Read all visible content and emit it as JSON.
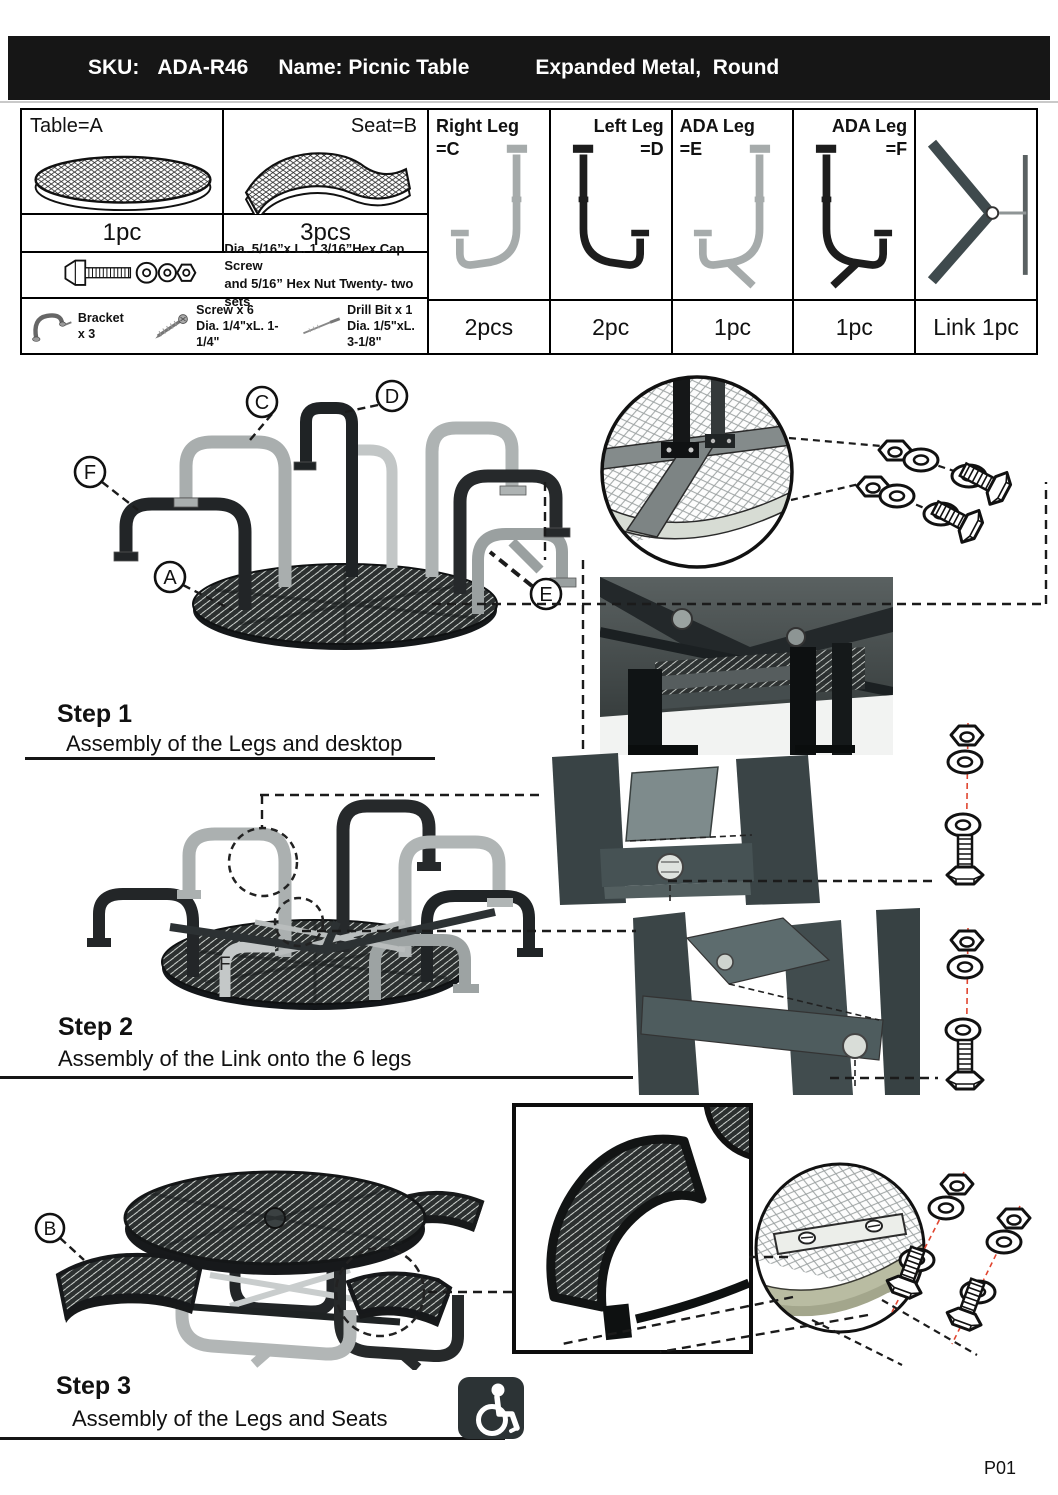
{
  "header": {
    "sku_label": "SKU:",
    "sku_value": "ADA-R46",
    "name_label": "Name: Picnic Table",
    "material": "Expanded Metal,  Round"
  },
  "parts": {
    "table": {
      "label": "Table=A",
      "qty": "1pc"
    },
    "seat": {
      "label": "Seat=B",
      "qty": "3pcs"
    },
    "hex_line1": "Dia. 5/16”x L. 1 3/16”Hex Cap Screw",
    "hex_line2": "and 5/16” Hex Nut   Twenty- two sets",
    "bracket_label": "Bracket x 3",
    "screw_label": "Screw x 6",
    "screw_dim": "Dia. 1/4\"xL. 1- 1/4\"",
    "drill_label": "Drill Bit x 1",
    "drill_dim": "Dia. 1/5\"xL. 3-1/8\"",
    "legs": [
      {
        "name": "Right Leg",
        "code": "=C",
        "qty": "2pcs"
      },
      {
        "name": "Left Leg",
        "code": "=D",
        "qty": "2pc"
      },
      {
        "name": "ADA Leg",
        "code": "=E",
        "qty": "1pc"
      },
      {
        "name": "ADA Leg",
        "code": "=F",
        "qty": "1pc"
      }
    ],
    "link_qty": "Link 1pc"
  },
  "steps": {
    "step1": {
      "title": "Step 1",
      "subtitle": "Assembly of the Legs and desktop",
      "labels": {
        "c": "C",
        "d": "D",
        "f": "F",
        "a": "A",
        "e": "E"
      }
    },
    "step2": {
      "title": "Step 2",
      "subtitle": "Assembly of  the Link onto the 6 legs",
      "label_f": "F"
    },
    "step3": {
      "title": "Step 3",
      "subtitle": "Assembly of the Legs and Seats",
      "label_b": "B"
    }
  },
  "footer": {
    "page": "P01"
  },
  "colors": {
    "leg_gray": "#a6abab",
    "leg_black": "#1d1d1d",
    "link": "#3f4a4d",
    "red_dash": "#e0452f"
  }
}
